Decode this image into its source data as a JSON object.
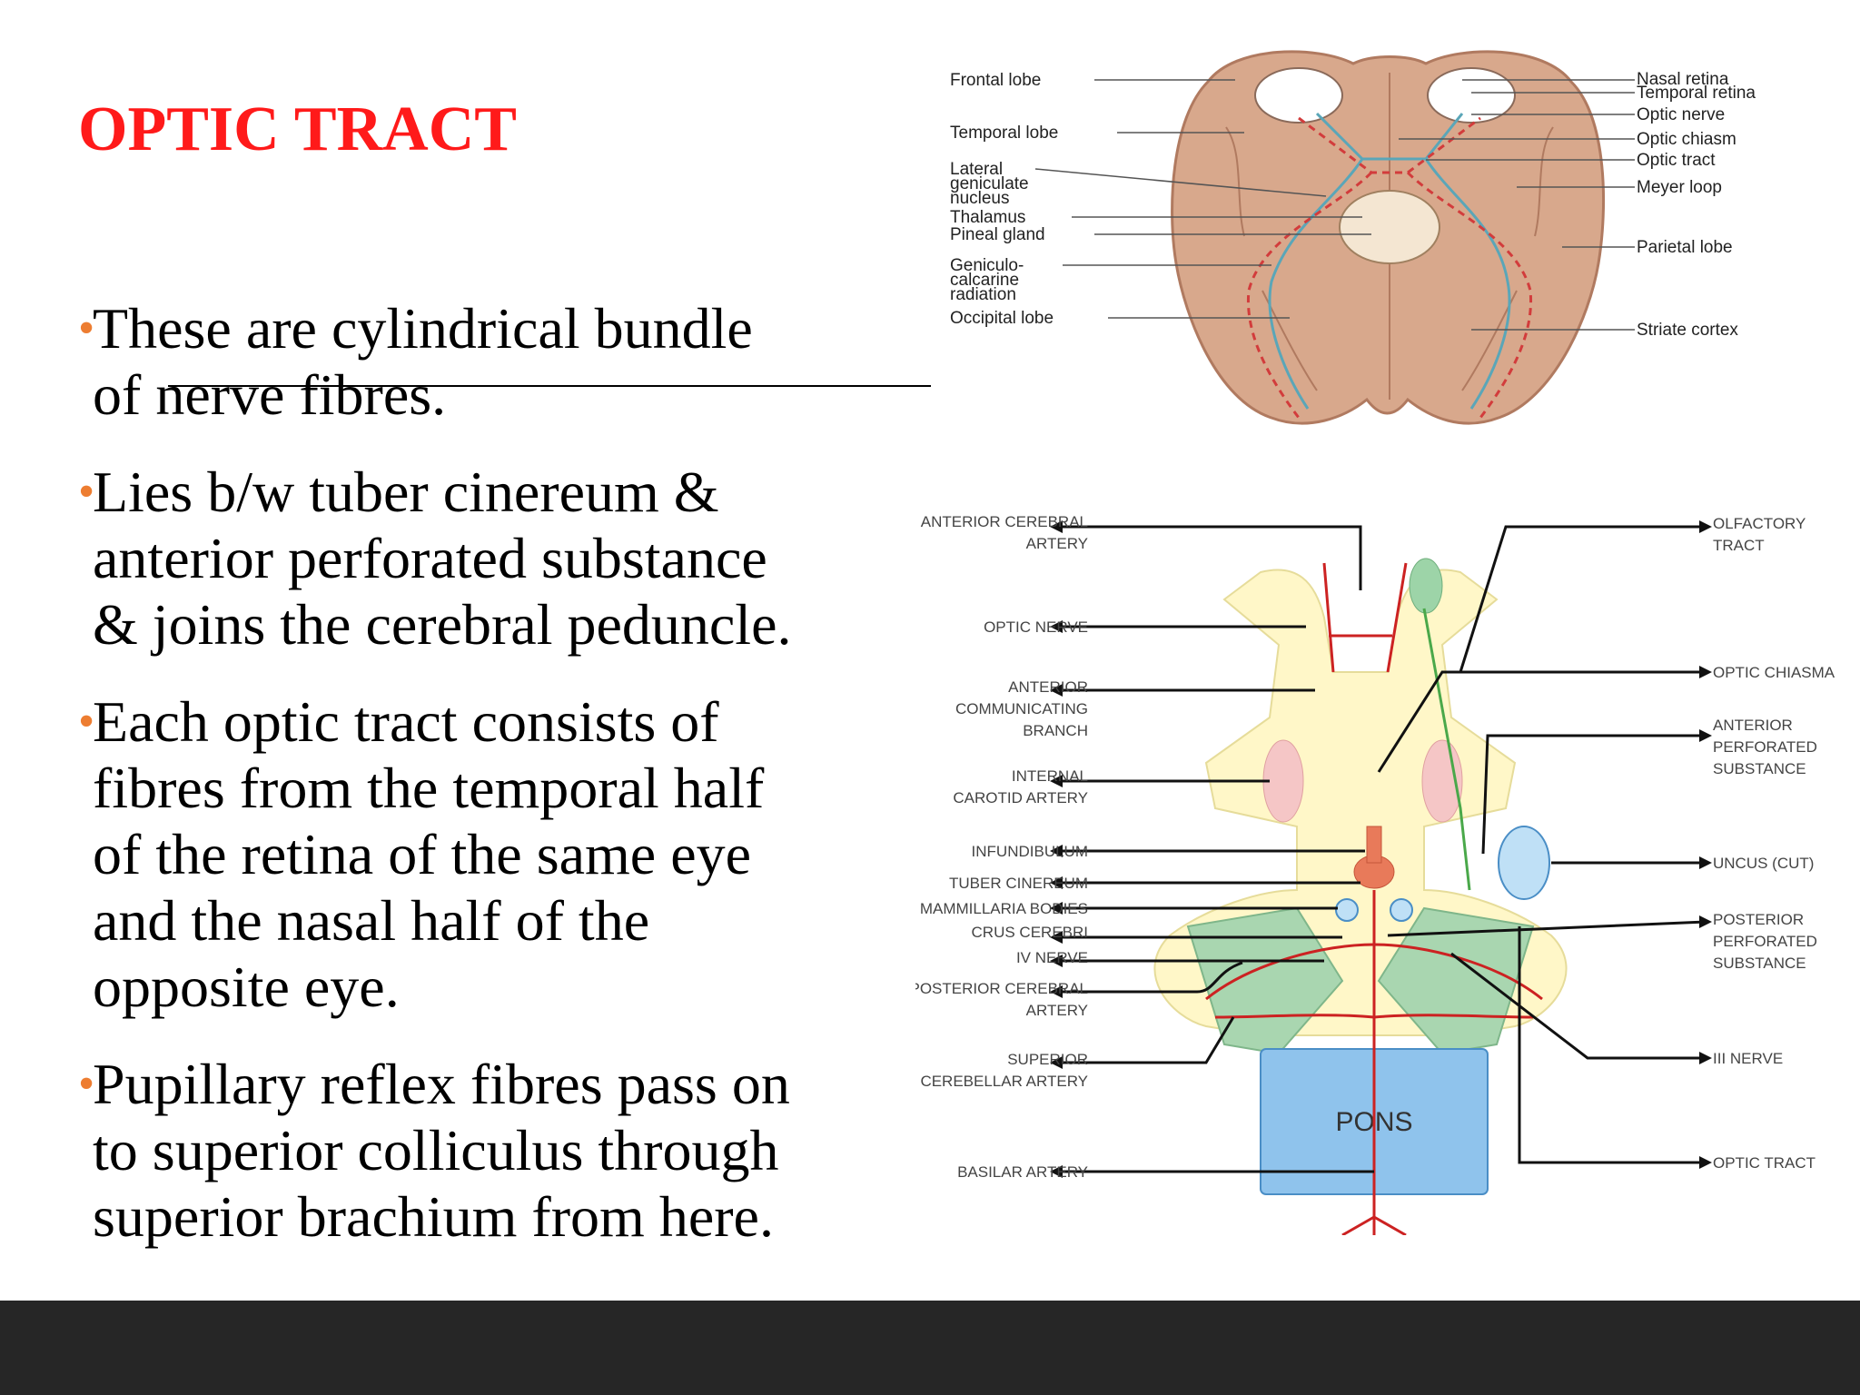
{
  "slide": {
    "title": "OPTIC TRACT",
    "bullets": [
      "These are cylindrical bundle\nof nerve fibres.",
      "Lies b/w tuber cinereum &\nanterior perforated substance\n& joins the cerebral peduncle.",
      "Each optic tract consists of\nfibres from the temporal half\nof the retina of the same eye\nand the nasal half of the\nopposite eye.",
      "Pupillary reflex fibres pass on\nto superior colliculus through\nsuperior brachium from here."
    ]
  },
  "brain_figure": {
    "left_labels": [
      "Frontal lobe",
      "Temporal lobe",
      "Lateral",
      "geniculate",
      "nucleus",
      "Thalamus",
      "Pineal gland",
      "Geniculo-",
      "calcarine",
      "radiation",
      "Occipital lobe"
    ],
    "right_labels": [
      "Nasal retina",
      "Temporal retina",
      "Optic nerve",
      "Optic chiasm",
      "Optic tract",
      "Meyer loop",
      "Parietal lobe",
      "Striate cortex"
    ]
  },
  "base_figure": {
    "left_labels": [
      "ANTERIOR CEREBRAL",
      "ARTERY",
      "OPTIC NERVE",
      "ANTERIOR",
      "COMMUNICATING",
      "BRANCH",
      "INTERNAL",
      "CAROTID ARTERY",
      "INFUNDIBULUM",
      "TUBER CINEREUM",
      "MAMMILLARIA BODIES",
      "CRUS CEREBRI",
      "IV NERVE",
      "POSTERIOR CEREBRAL",
      "ARTERY",
      "SUPERIOR",
      "CEREBELLAR ARTERY",
      "BASILAR ARTERY"
    ],
    "right_labels": [
      "OLFACTORY",
      "TRACT",
      "OPTIC CHIASMA",
      "ANTERIOR",
      "PERFORATED",
      "SUBSTANCE",
      "UNCUS (CUT)",
      "POSTERIOR",
      "PERFORATED",
      "SUBSTANCE",
      "III NERVE",
      "OPTIC TRACT"
    ],
    "center_label": "PONS"
  },
  "colors": {
    "title": "#ff1a1a",
    "bullet": "#ed7d31",
    "footer": "#262626"
  }
}
